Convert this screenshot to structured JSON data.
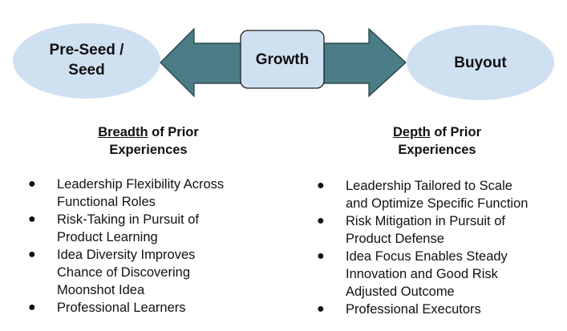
{
  "colors": {
    "oval_fill": "#cfe0f1",
    "arrow_fill": "#4a7d85",
    "arrow_stroke": "#1f3a3f",
    "growth_box_fill": "#cfe0f1",
    "growth_box_stroke": "#1f1f1f"
  },
  "stages": {
    "left_line1": "Pre-Seed /",
    "left_line2": "Seed",
    "center": "Growth",
    "right": "Buyout"
  },
  "left_column": {
    "heading_underlined": "Breadth",
    "heading_rest": " of Prior",
    "heading_line2": "Experiences",
    "items": [
      {
        "lines": [
          "Leadership Flexibility Across",
          "Functional Roles"
        ]
      },
      {
        "lines": [
          "Risk-Taking in Pursuit of",
          "Product Learning"
        ]
      },
      {
        "lines": [
          "Idea Diversity Improves",
          "Chance of Discovering",
          "Moonshot Idea"
        ]
      },
      {
        "lines": [
          "Professional Learners"
        ]
      }
    ]
  },
  "right_column": {
    "heading_underlined": "Depth",
    "heading_rest": " of Prior",
    "heading_line2": "Experiences",
    "items": [
      {
        "lines": [
          "Leadership Tailored to Scale",
          "and Optimize Specific Function"
        ]
      },
      {
        "lines": [
          "Risk Mitigation in Pursuit of",
          "Product Defense"
        ]
      },
      {
        "lines": [
          "Idea Focus Enables Steady",
          "Innovation and Good Risk",
          "Adjusted Outcome"
        ]
      },
      {
        "lines": [
          "Professional Executors"
        ]
      }
    ]
  }
}
